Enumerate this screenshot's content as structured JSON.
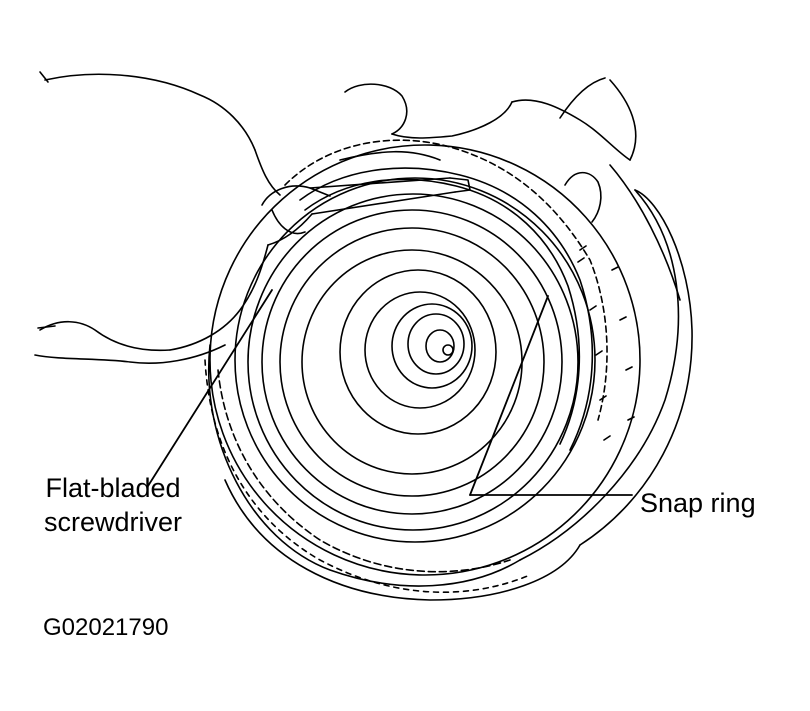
{
  "labels": {
    "screwdriver_line1": "Flat-bladed",
    "screwdriver_line2": "screwdriver",
    "snap_ring": "Snap ring"
  },
  "figure_id": "G02021790",
  "colors": {
    "ink": "#000000",
    "paper": "#ffffff"
  }
}
